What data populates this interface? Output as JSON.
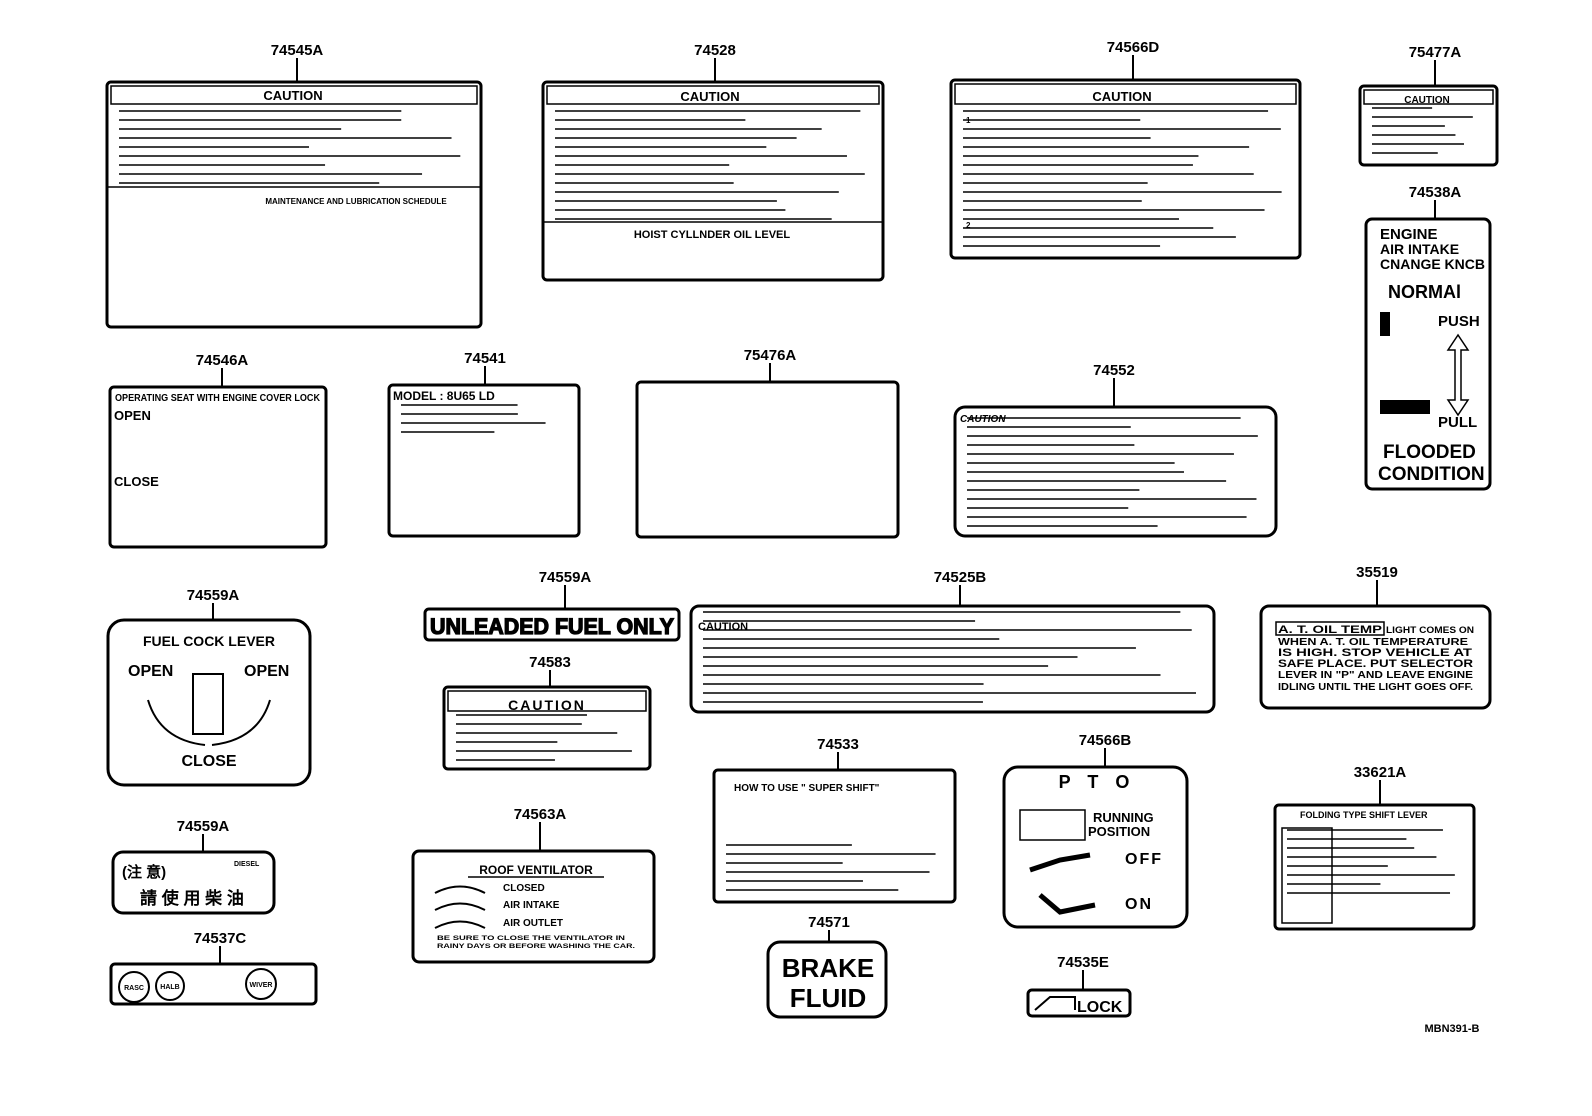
{
  "parts": [
    {
      "number": "74545A",
      "caption": "CAUTION",
      "subtitle": "MAINTENANCE AND LUBRICATION SCHEDULE"
    },
    {
      "number": "74528",
      "caption": "CAUTION",
      "subtitle": "HOIST CYLLNDER OIL LEVEL"
    },
    {
      "number": "74566D",
      "caption": "CAUTION",
      "item1": "1",
      "item2": "2"
    },
    {
      "number": "75477A",
      "caption": "CAUTION"
    },
    {
      "number": "74538A",
      "line1": "ENGINE",
      "line2": "AIR INTAKE",
      "line3": "CNANGE KNCB",
      "normal": "NORMAl",
      "push": "PUSH",
      "pull": "PULL",
      "flooded": "FLOODED",
      "condition": "CONDITION"
    },
    {
      "number": "74546A",
      "title": "OPERATING SEAT WITH ENGINE COVER LOCK",
      "open": "OPEN",
      "close": "CLOSE"
    },
    {
      "number": "74541",
      "model": "MODEL : 8U65 LD"
    },
    {
      "number": "75476A"
    },
    {
      "number": "74552",
      "caption": "CAUTION"
    },
    {
      "number": "74559A",
      "title": "FUEL COCK LEVER",
      "open_left": "OPEN",
      "open_right": "OPEN",
      "close": "CLOSE"
    },
    {
      "number": "74559A",
      "text": "UNLEADED FUEL ONLY"
    },
    {
      "number": "74525B",
      "caption": "CAUTION"
    },
    {
      "number": "35519",
      "highlight": "A. T. OIL  TEMP",
      "lines": [
        "LIGHT COMES ON",
        "WHEN   A. T. OIL TEMPERATURE",
        "IS HIGH.    STOP VEHICLE AT",
        "SAFE PLACE. PUT SELECTOR",
        "LEVER IN \"P\" AND LEAVE ENGINE",
        "IDLING UNTIL THE LIGHT GOES OFF."
      ]
    },
    {
      "number": "74583",
      "caption": "CAUTION"
    },
    {
      "number": "74533",
      "title": "HOW TO USE \" SUPER SHIFT\""
    },
    {
      "number": "74566B",
      "title": "P T O",
      "running": "RUNNING",
      "position": "POSITION",
      "off": "OFF",
      "on": "ON"
    },
    {
      "number": "33621A",
      "title": "FOLDING TYPE SHIFT LEVER"
    },
    {
      "number": "74559A",
      "line1": "(注 意)",
      "diesel": "DIESEL",
      "line2": "請 使 用 柴 油"
    },
    {
      "number": "74563A",
      "title": "ROOF VENTILATOR",
      "closed": "CLOSED",
      "intake": "AIR INTAKE",
      "outlet": "AIR OUTLET",
      "note1": "BE SURE TO CLOSE THE VENTILATOR IN",
      "note2": "RAINY DAYS OR BEFORE WASHING THE CAR."
    },
    {
      "number": "74571",
      "line1": "BRAKE",
      "line2": "FLUID"
    },
    {
      "number": "74537C",
      "b1": "RASC",
      "b2": "HALB",
      "b3": "WIVER"
    },
    {
      "number": "74535E",
      "text": "LOCK"
    }
  ],
  "figure_code": "MBN391-B"
}
